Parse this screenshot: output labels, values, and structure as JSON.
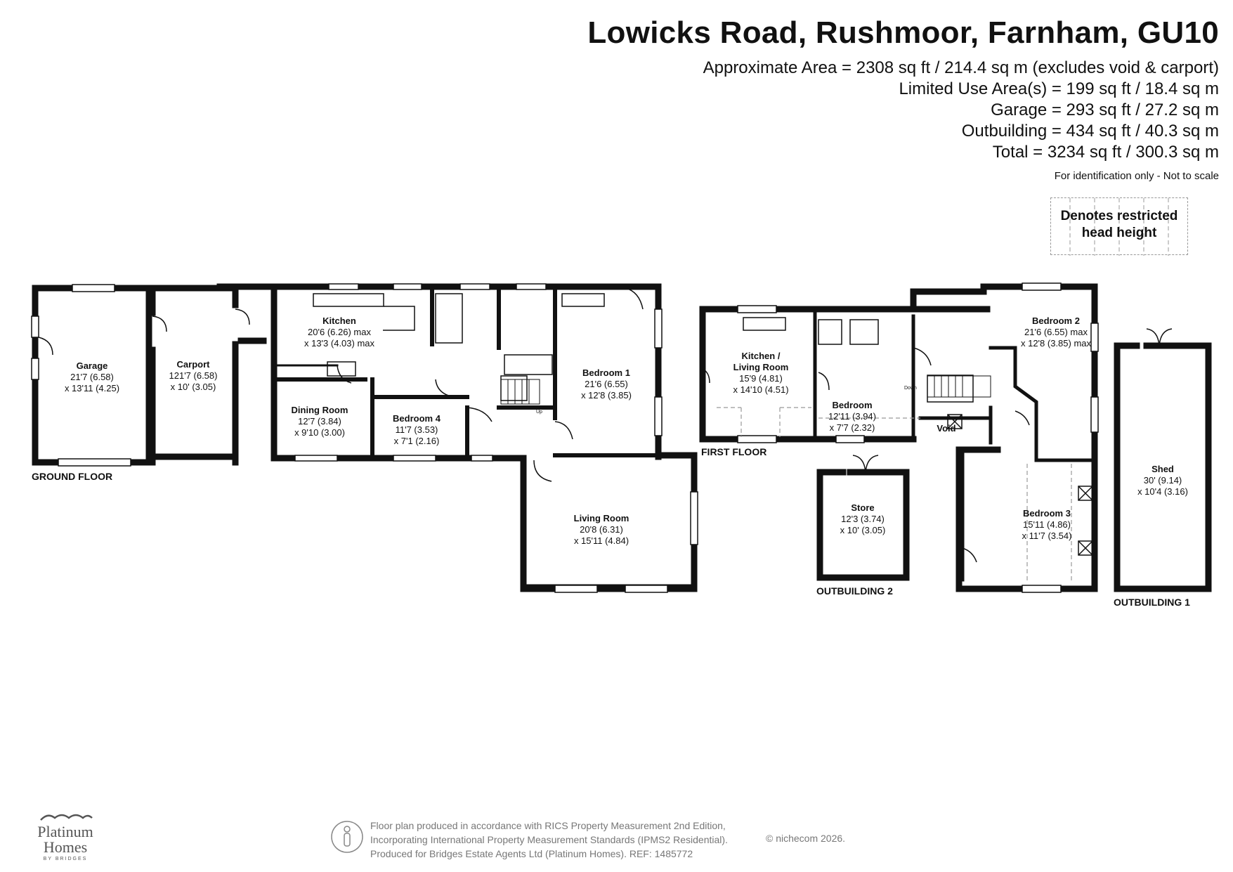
{
  "header": {
    "title": "Lowicks Road, Rushmoor, Farnham, GU10",
    "area_lines": [
      "Approximate Area = 2308 sq ft / 214.4 sq m (excludes void & carport)",
      "Limited Use Area(s) = 199 sq ft / 18.4 sq m",
      "Garage = 293 sq ft / 27.2 sq m",
      "Outbuilding = 434 sq ft / 40.3 sq m",
      "Total = 3234 sq ft / 300.3 sq m"
    ],
    "note": "For identification only - Not to scale"
  },
  "legend": {
    "line1": "Denotes restricted",
    "line2": "head height"
  },
  "floor_labels": {
    "ground": "GROUND FLOOR",
    "first": "FIRST FLOOR",
    "outbuilding2": "OUTBUILDING 2",
    "outbuilding1": "OUTBUILDING 1"
  },
  "rooms": {
    "garage": {
      "name": "Garage",
      "dim1": "21'7 (6.58)",
      "dim2": "x 13'11 (4.25)"
    },
    "carport": {
      "name": "Carport",
      "dim1": "121'7 (6.58)",
      "dim2": "x 10' (3.05)"
    },
    "kitchen": {
      "name": "Kitchen",
      "dim1": "20'6 (6.26) max",
      "dim2": "x 13'3 (4.03) max"
    },
    "dining": {
      "name": "Dining Room",
      "dim1": "12'7 (3.84)",
      "dim2": "x 9'10 (3.00)"
    },
    "bedroom4": {
      "name": "Bedroom 4",
      "dim1": "11'7 (3.53)",
      "dim2": "x 7'1 (2.16)"
    },
    "bedroom1": {
      "name": "Bedroom 1",
      "dim1": "21'6 (6.55)",
      "dim2": "x 12'8 (3.85)"
    },
    "living": {
      "name": "Living Room",
      "dim1": "20'8 (6.31)",
      "dim2": "x 15'11 (4.84)"
    },
    "kitchen_living": {
      "name1": "Kitchen /",
      "name2": "Living Room",
      "dim1": "15'9 (4.81)",
      "dim2": "x 14'10 (4.51)"
    },
    "bedroom_ff": {
      "name": "Bedroom",
      "dim1": "12'11 (3.94)",
      "dim2": "x 7'7 (2.32)"
    },
    "void": {
      "name": "Void"
    },
    "bedroom2": {
      "name": "Bedroom 2",
      "dim1": "21'6 (6.55) max",
      "dim2": "x 12'8 (3.85) max"
    },
    "bedroom3": {
      "name": "Bedroom 3",
      "dim1": "15'11 (4.86)",
      "dim2": "x 11'7 (3.54)"
    },
    "store": {
      "name": "Store",
      "dim1": "12'3 (3.74)",
      "dim2": "x 10' (3.05)"
    },
    "shed": {
      "name": "Shed",
      "dim1": "30' (9.14)",
      "dim2": "x 10'4 (3.16)"
    }
  },
  "stair_labels": {
    "up": "Up",
    "down": "Down"
  },
  "footer": {
    "line1": "Floor plan produced in accordance with RICS Property Measurement 2nd Edition,",
    "line2": "Incorporating International Property Measurement Standards (IPMS2 Residential).",
    "line3": "Produced for Bridges Estate Agents Ltd (Platinum Homes).   REF: 1485772",
    "copyright": "© nichecom 2026."
  },
  "logo": {
    "line1": "Platinum",
    "line2": "Homes",
    "line3": "BY BRIDGES"
  }
}
